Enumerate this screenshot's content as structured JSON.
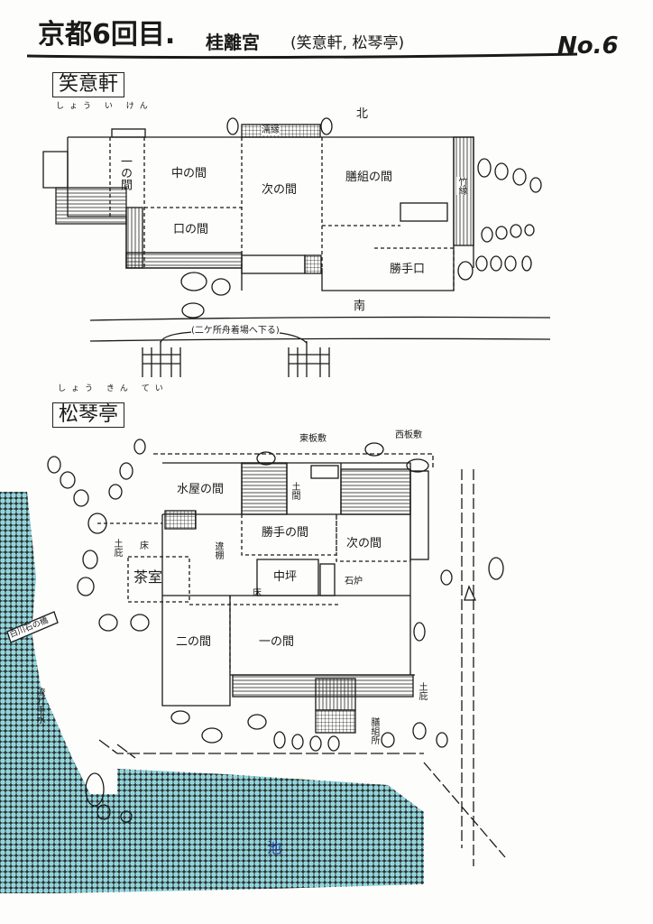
{
  "header": {
    "title": "京都6回目.",
    "subject": "桂離宮",
    "subject_paren": "(笑意軒, 松琴亭)",
    "page_no": "No.6"
  },
  "shoiken": {
    "name": "笑意軒",
    "furigana": "しょう い けん",
    "north": "北",
    "south": "南",
    "rooms": {
      "ichi": "一の間",
      "naka": "中の間",
      "kuchi": "口の間",
      "tsugi": "次の間",
      "zengumi": "膳組の間",
      "katteguchi": "勝手口",
      "chikuen": "竹縁",
      "nureen": "濡縁"
    },
    "landing_note": "(二ケ所舟着場へ下る)"
  },
  "shokintei": {
    "name": "松琴亭",
    "furigana": "しょう きん てい",
    "rooms": {
      "mizuya": "水屋の間",
      "higashi_itajiki": "東板敷",
      "nishi_itajiki": "西板敷",
      "doma": "土間",
      "katte": "勝手の間",
      "tsugi": "次の間",
      "chashitsu": "茶室",
      "toko": "床",
      "toko2": "床",
      "dobisashi_left": "土庇",
      "dobisashi_right": "土庇",
      "chigaidana": "違棚",
      "nakatsubo": "中坪",
      "ishiro": "石炉",
      "ni": "二の間",
      "ichi": "一の間",
      "zengumisho": "膳組所"
    },
    "bridge": "白川石の橋",
    "nagare_chozu": "流れ手水",
    "pond": "池"
  },
  "colors": {
    "ink": "#1a1a1a",
    "pond": "#8fd8df"
  }
}
